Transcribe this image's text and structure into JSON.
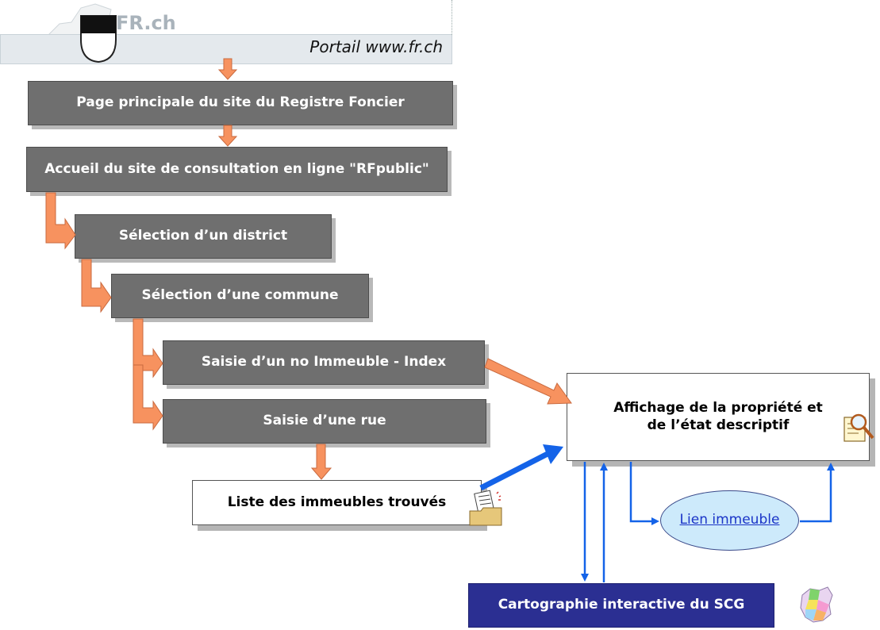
{
  "header": {
    "site_name": "FR.ch",
    "portal_label": "Portail www.fr.ch"
  },
  "steps": {
    "main_page": "Page principale du site du Registre Foncier",
    "accueil": "Accueil du site de consultation en ligne \"RFpublic\"",
    "district": "Sélection d’un district",
    "commune": "Sélection d’une commune",
    "immeuble_index": "Saisie d’un no Immeuble - Index",
    "rue": "Saisie d’une rue",
    "liste": "Liste des immeubles trouvés",
    "affichage_line1": "Affichage de la propriété et",
    "affichage_line2": "de l’état descriptif",
    "lien": "Lien immeuble",
    "cartographie": "Cartographie interactive du SCG"
  },
  "icons": {
    "canton_map": "canton-map-icon",
    "shield": "fribourg-shield-icon",
    "magnifier": "magnifier-document-icon",
    "folder": "folder-documents-icon",
    "map_color": "colored-map-icon"
  },
  "colors": {
    "step_fill": "#6f6f6f",
    "arrow_orange": "#f7925f",
    "link_blue": "#1463e8",
    "cartographie_fill": "#2b2f92",
    "ellipse_fill": "#cdeafb"
  }
}
